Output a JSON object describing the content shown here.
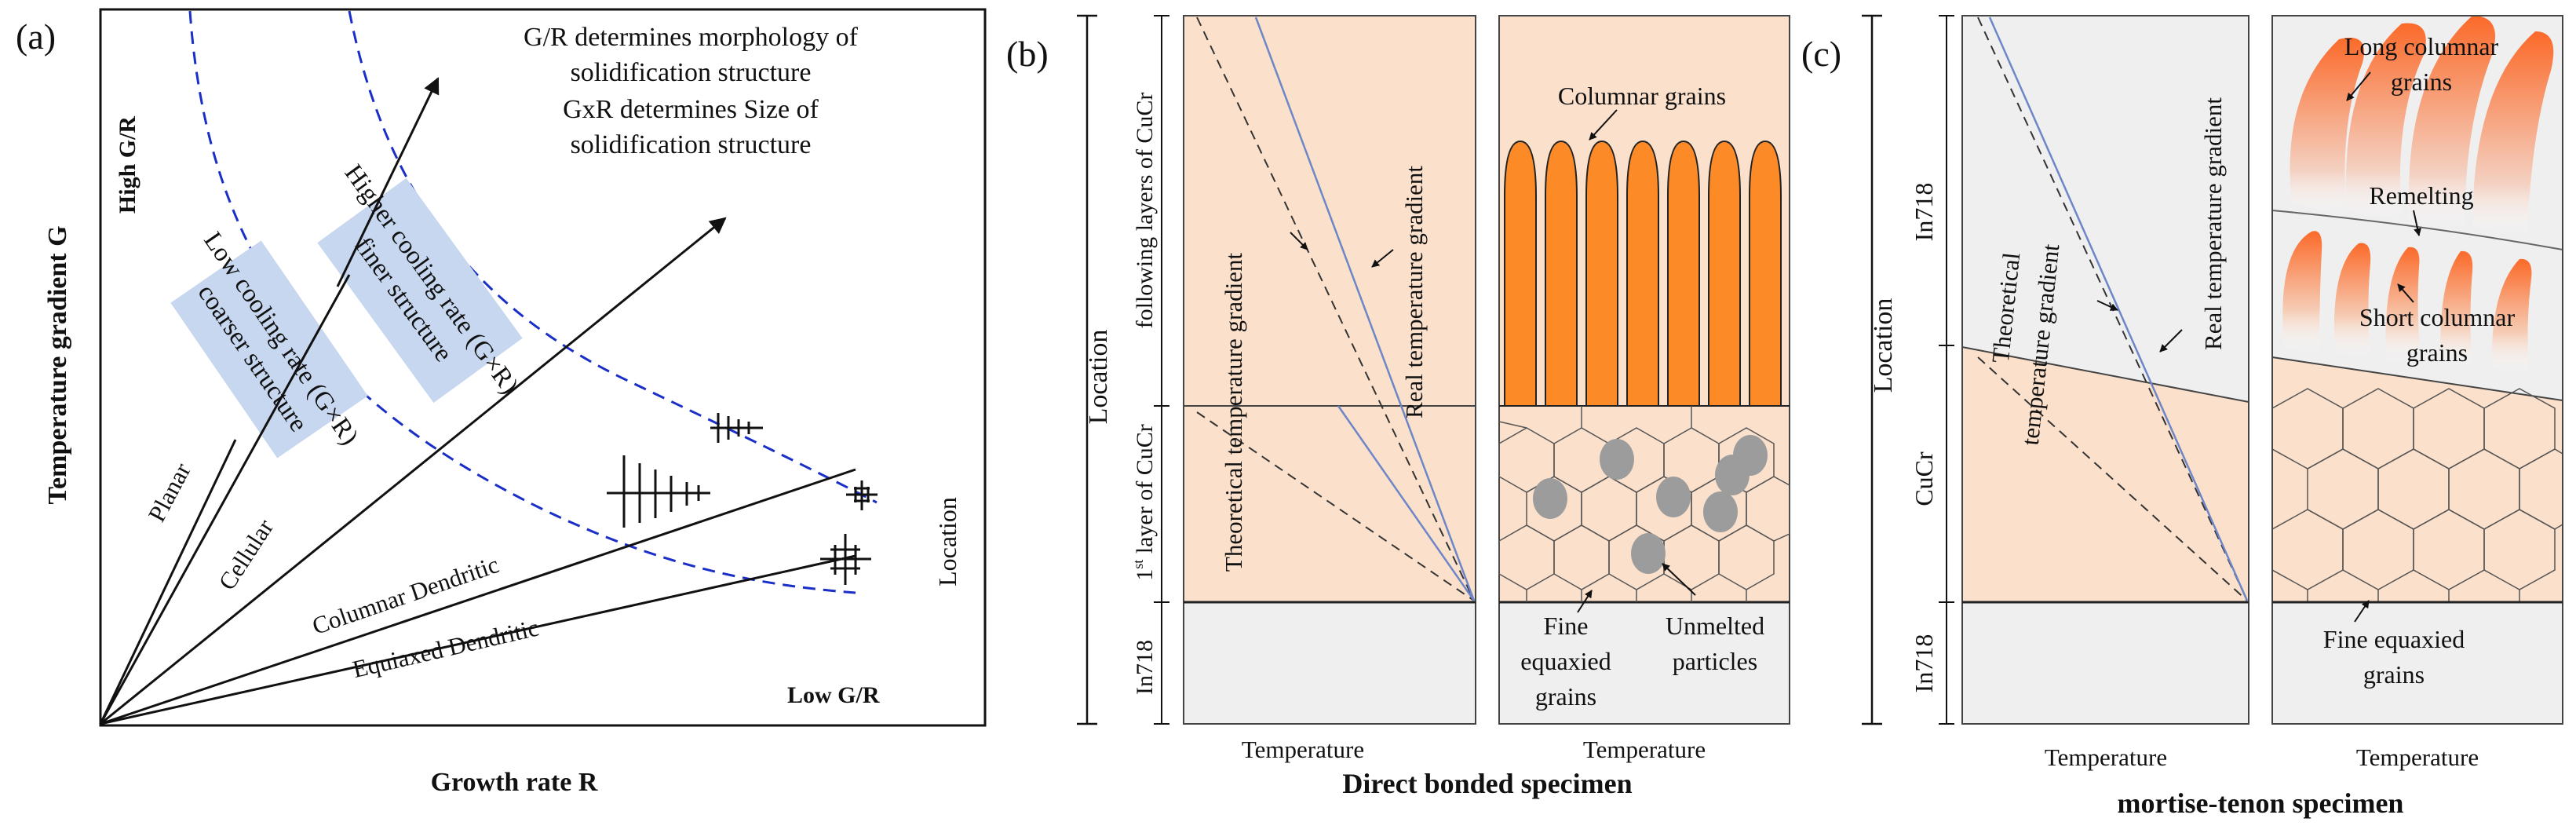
{
  "panel_a": {
    "tag": "(a)",
    "y_axis_label": "Temperature  gradient G",
    "x_axis_label": "Growth  rate R",
    "high_gr": "High G/R",
    "low_gr": "Low G/R",
    "note_line1": "G/R determines morphology of",
    "note_line2": "solidification structure",
    "note_line3": "GxR determines Size of",
    "note_line4": "solidification structure",
    "band_left_line1": "Low cooling rate   (G×R)",
    "band_left_line2": "coarser structure",
    "band_right_line1": "Higher cooling rate   (G×R)",
    "band_right_line2": "finer structure",
    "region_planar": "Planar",
    "region_cellular": "Cellular",
    "region_columnar": "Columnar Dendritic",
    "region_equiaxed": "Equiaxed Dendritic",
    "location": "Location"
  },
  "panel_b": {
    "tag": "(b)",
    "location": "Location",
    "layer_following": "following  layers of CuCr",
    "layer_first_pre": "1",
    "layer_first_sup": "st",
    "layer_first_post": " layer of CuCr",
    "layer_in718": "In718",
    "theoretical": "Theoretical  temperature gradient",
    "real": "Real temperature gradient",
    "columnar": "Columnar grains",
    "fine_1": "Fine",
    "fine_2": "equaxied",
    "fine_3": "grains",
    "unmelted_1": "Unmelted",
    "unmelted_2": "particles",
    "temp_left": "Temperature",
    "temp_right": "Temperature",
    "caption": "Direct bonded specimen"
  },
  "panel_c": {
    "tag": "(c)",
    "location": "Location",
    "layer_in718_top": "In718",
    "layer_cucr": "CuCr",
    "layer_in718_bottom": "In718",
    "theoretical_1": "Theoretical",
    "theoretical_2": "temperature gradient",
    "real": "Real temperature gradient",
    "long_1": "Long columnar",
    "long_2": "grains",
    "remelting": "Remelting",
    "short_1": "Short columnar",
    "short_2": "grains",
    "fine_1": "Fine equaxied",
    "fine_2": "grains",
    "temp_left": "Temperature",
    "temp_right": "Temperature",
    "caption": "mortise-tenon specimen"
  },
  "colors": {
    "peach": "#fbe0cb",
    "grey": "#efefef",
    "orange": "#fb8a27",
    "band": "#c6d7ef",
    "dashed_blue": "#1a2ec8",
    "real_line": "#6d86c8",
    "particle": "#9c9c9c"
  }
}
